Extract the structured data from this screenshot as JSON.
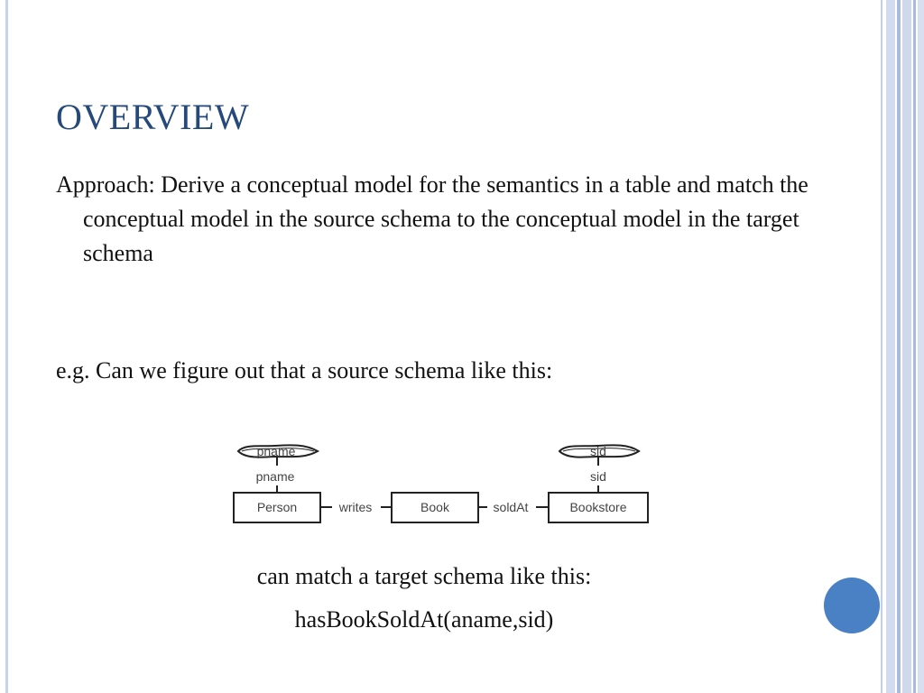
{
  "slide": {
    "title": "OVERVIEW",
    "approach": "Approach: Derive a conceptual model for the semantics in a table and match the conceptual model in the source schema to the conceptual model in the target schema",
    "example": "e.g. Can we figure out that a source schema like this:",
    "target_line": "can match a target schema like this:",
    "target_schema": "hasBookSoldAt(aname,sid)"
  },
  "diagram": {
    "oval_left": "pname",
    "oval_right": "sid",
    "attr_left": "pname",
    "attr_right": "sid",
    "entity_person": "Person",
    "entity_book": "Book",
    "entity_bookstore": "Bookstore",
    "rel_writes": "writes",
    "rel_soldat": "soldAt"
  },
  "colors": {
    "title": "#24497a",
    "circle": "#4a80c4",
    "stripe_light": "#d3dcee",
    "stripe_dark": "#a9bbdb"
  }
}
